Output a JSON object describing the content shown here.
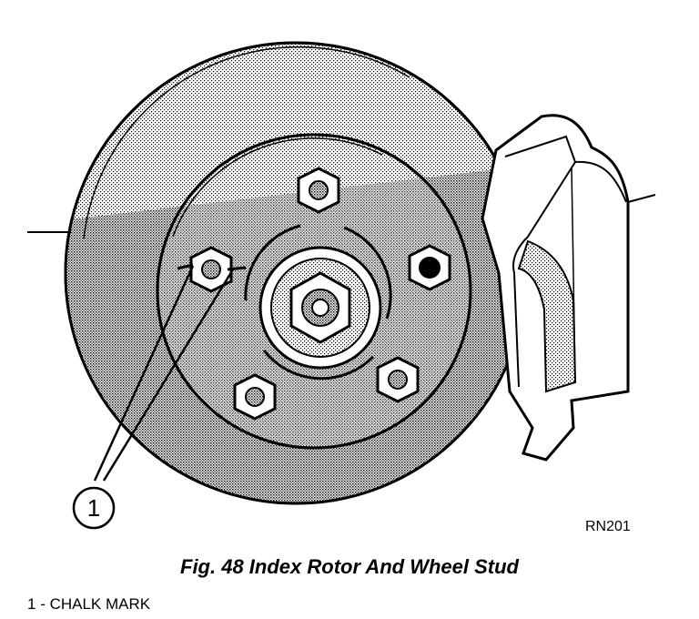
{
  "figure": {
    "caption": "Fig. 48 Index Rotor And Wheel Stud",
    "figure_id": "RN201",
    "callouts": [
      {
        "number": "1",
        "label": "CHALK MARK"
      }
    ]
  },
  "legend": [
    {
      "number": "1",
      "separator": " - ",
      "text": "CHALK MARK"
    }
  ]
}
